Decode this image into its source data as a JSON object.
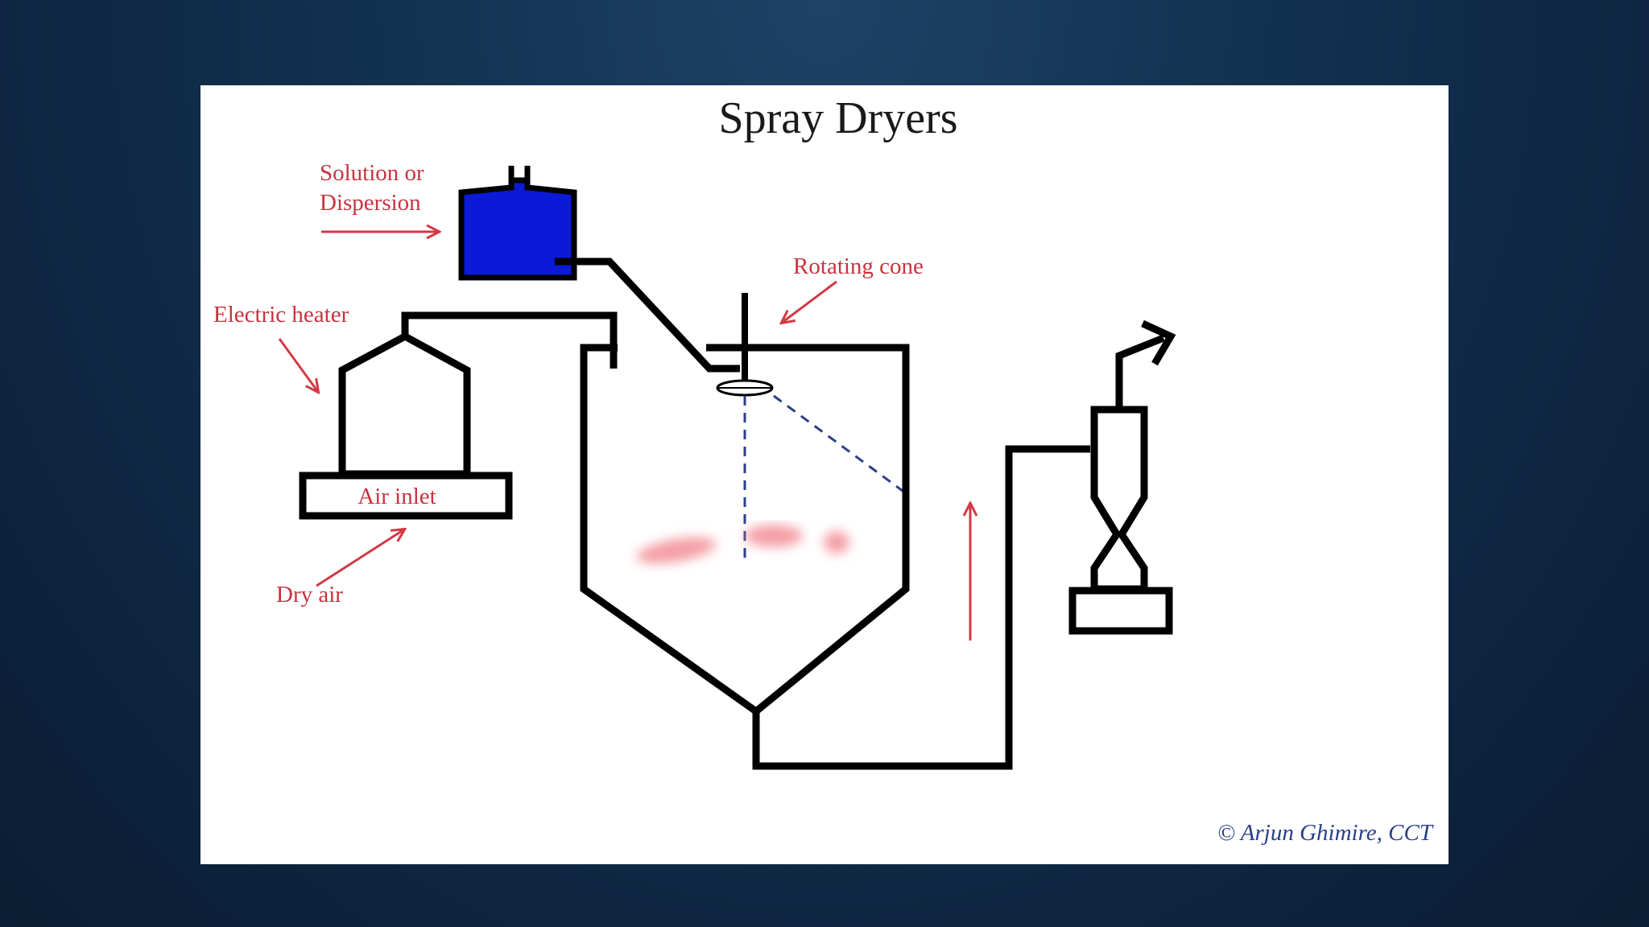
{
  "title": "Spray Dryers",
  "labels": {
    "solution_line1": "Solution or",
    "solution_line2": "Dispersion",
    "rotating_cone": "Rotating cone",
    "electric_heater": "Electric heater",
    "air_inlet": "Air inlet",
    "dry_air": "Dry air"
  },
  "credit": "© Arjun Ghimire, CCT",
  "colors": {
    "background": "#0f2a45",
    "panel": "#ffffff",
    "label_red": "#c8333f",
    "tank_blue": "#0a1ad6",
    "credit_blue": "#2a3f8a"
  }
}
